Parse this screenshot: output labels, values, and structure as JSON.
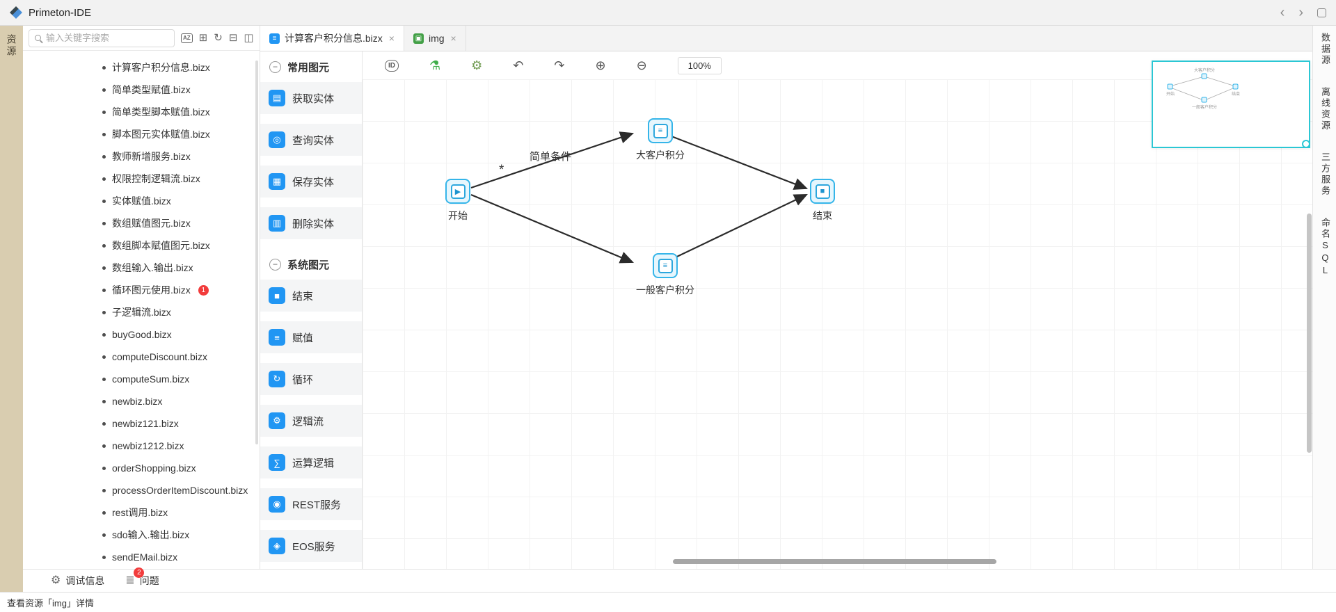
{
  "colors": {
    "accent_blue": "#2196f3",
    "accent_green": "#43a047",
    "node_blue": "#35b5e9",
    "minimap_teal": "#2bc7d4",
    "badge_red": "#f23c3c",
    "resource_strip_tan": "#d9cdb0"
  },
  "titlebar": {
    "title": "Primeton-IDE",
    "back_glyph": "‹",
    "forward_glyph": "›"
  },
  "left_strip": {
    "tab_label": "资源"
  },
  "sidebar": {
    "search": {
      "placeholder": "输入关键字搜索"
    },
    "toolbar_icons": [
      {
        "name": "sort-az",
        "glyph": "AZ"
      },
      {
        "name": "package",
        "glyph": "⊞"
      },
      {
        "name": "refresh",
        "glyph": "↻"
      },
      {
        "name": "collapse-all",
        "glyph": "⊟"
      },
      {
        "name": "pin-panel",
        "glyph": "◫"
      }
    ],
    "files": [
      {
        "label": "计算客户积分信息.bizx"
      },
      {
        "label": "简单类型赋值.bizx"
      },
      {
        "label": "简单类型脚本赋值.bizx"
      },
      {
        "label": "脚本图元实体赋值.bizx"
      },
      {
        "label": "教师新增服务.bizx"
      },
      {
        "label": "权限控制逻辑流.bizx"
      },
      {
        "label": "实体赋值.bizx"
      },
      {
        "label": "数组赋值图元.bizx"
      },
      {
        "label": "数组脚本赋值图元.bizx"
      },
      {
        "label": "数组输入.输出.bizx"
      },
      {
        "label": "循环图元使用.bizx",
        "badge": "1"
      },
      {
        "label": "子逻辑流.bizx"
      },
      {
        "label": "buyGood.bizx"
      },
      {
        "label": "computeDiscount.bizx"
      },
      {
        "label": "computeSum.bizx"
      },
      {
        "label": "newbiz.bizx"
      },
      {
        "label": "newbiz121.bizx"
      },
      {
        "label": "newbiz1212.bizx"
      },
      {
        "label": "orderShopping.bizx"
      },
      {
        "label": "processOrderItemDiscount.bizx"
      },
      {
        "label": "rest调用.bizx"
      },
      {
        "label": "sdo输入.输出.bizx"
      },
      {
        "label": "sendEMail.bizx"
      }
    ]
  },
  "editor": {
    "tabs": [
      {
        "label": "计算客户积分信息.bizx",
        "icon_glyph": "≡",
        "close_glyph": "×",
        "active": true
      },
      {
        "label": "img",
        "icon_glyph": "▣",
        "close_glyph": "×",
        "active": false
      }
    ],
    "toolbar": {
      "id_label": "ID",
      "test_glyph": "⚗",
      "debug_glyph": "⚙",
      "undo_glyph": "↶",
      "redo_glyph": "↷",
      "zoom_in_glyph": "⊕",
      "zoom_out_glyph": "⊖",
      "zoom_level": "100%"
    }
  },
  "palette": {
    "sections": [
      {
        "title": "常用图元",
        "collapse_glyph": "−",
        "items": [
          {
            "label": "获取实体",
            "glyph": "▤"
          },
          {
            "label": "查询实体",
            "glyph": "◎"
          },
          {
            "label": "保存实体",
            "glyph": "▦"
          },
          {
            "label": "删除实体",
            "glyph": "▥"
          }
        ]
      },
      {
        "title": "系统图元",
        "collapse_glyph": "−",
        "items": [
          {
            "label": "结束",
            "glyph": "■"
          },
          {
            "label": "赋值",
            "glyph": "≡"
          },
          {
            "label": "循环",
            "glyph": "↻"
          },
          {
            "label": "逻辑流",
            "glyph": "⚙"
          },
          {
            "label": "运算逻辑",
            "glyph": "∑"
          },
          {
            "label": "REST服务",
            "glyph": "◉"
          },
          {
            "label": "EOS服务",
            "glyph": "◈"
          }
        ]
      }
    ]
  },
  "diagram": {
    "nodes": [
      {
        "id": "start",
        "label": "开始",
        "glyph": "▶"
      },
      {
        "id": "big-customer",
        "label": "大客户积分",
        "glyph": "≡"
      },
      {
        "id": "normal-customer",
        "label": "一般客户积分",
        "glyph": "≡"
      },
      {
        "id": "end",
        "label": "结束",
        "glyph": "■"
      }
    ],
    "edges": [
      {
        "from": "开始",
        "to": "大客户积分",
        "label": "简单条件",
        "marker": "*"
      },
      {
        "from": "开始",
        "to": "一般客户积分",
        "label": ""
      },
      {
        "from": "大客户积分",
        "to": "结束",
        "label": ""
      },
      {
        "from": "一般客户积分",
        "to": "结束",
        "label": ""
      }
    ]
  },
  "right_strip": {
    "tabs": [
      "数据源",
      "离线资源",
      "三方服务",
      "命名SQL"
    ]
  },
  "bottom_bar": {
    "debug": {
      "label": "调试信息",
      "glyph": "⚙"
    },
    "problems": {
      "label": "问题",
      "glyph": "≣",
      "badge": "2"
    }
  },
  "status_bar": {
    "text": "查看资源「img」详情"
  }
}
